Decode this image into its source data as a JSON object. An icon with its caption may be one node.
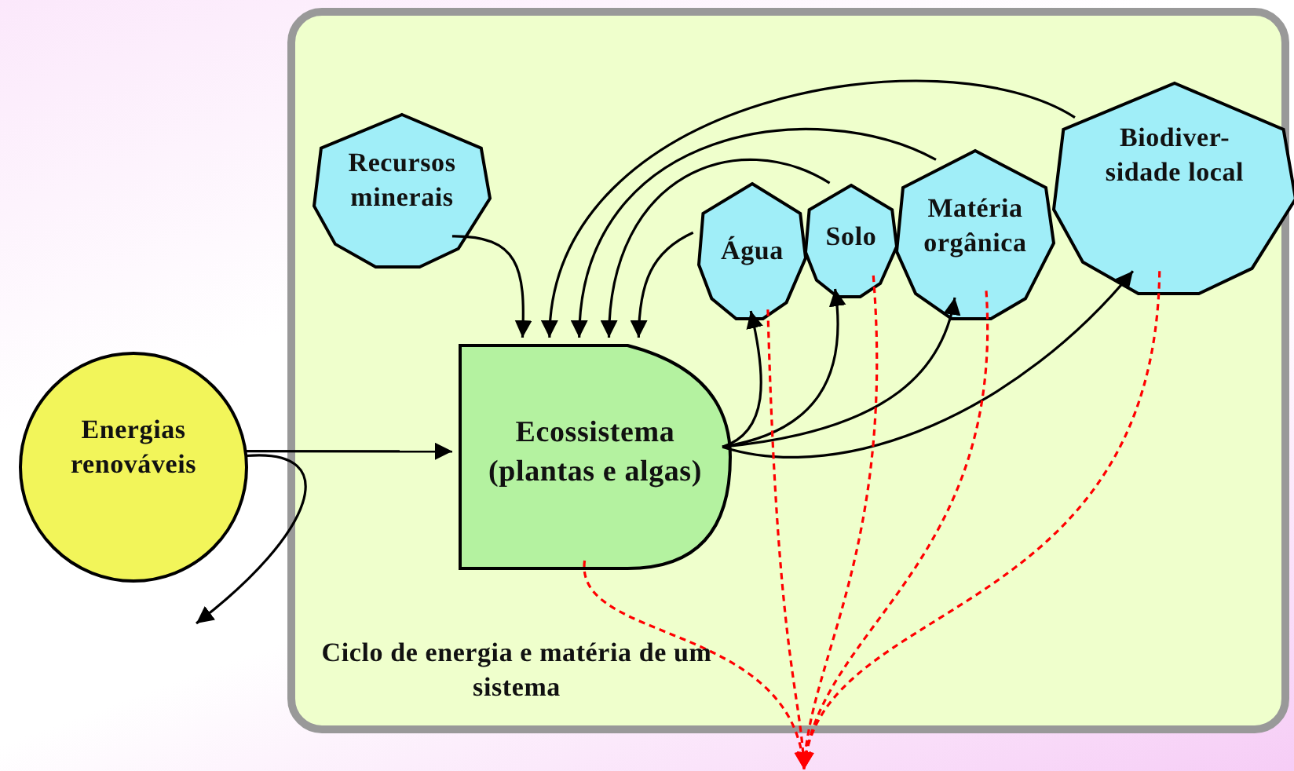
{
  "diagram": {
    "nodes": [
      {
        "text": [
          "Ciclo de energia e matéria de um sistema"
        ]
      },
      {
        "text": [
          "Recursos minerais"
        ],
        "in": 0
      },
      {
        "text": [
          "Água"
        ],
        "in": 0
      },
      {
        "text": [
          "Solo"
        ],
        "in": 0
      },
      {
        "text": [
          "Matéria orgânica"
        ],
        "in": 0
      },
      {
        "text": [
          "Biodiver- sidade local"
        ],
        "in": 0
      },
      {
        "text": [
          "Energias renováveis"
        ]
      },
      {
        "text": [
          "Ecossistema (plantas e algas)"
        ],
        "in": 0
      }
    ],
    "edges": [
      {
        "from": 1,
        "to": 7,
        "arrow": "to"
      },
      {
        "from": 5,
        "to": 7,
        "arrow": "to"
      },
      {
        "from": 4,
        "to": 7,
        "arrow": "to"
      },
      {
        "from": 3,
        "to": 7,
        "arrow": "to"
      },
      {
        "from": 2,
        "to": 7,
        "arrow": "to"
      },
      {
        "from": 7,
        "to": 2,
        "arrow": "to"
      },
      {
        "from": 7,
        "to": 3,
        "arrow": "to"
      },
      {
        "from": 7,
        "to": 4,
        "arrow": "to"
      },
      {
        "from": 7,
        "to": 5,
        "arrow": "to"
      },
      {
        "from": 6,
        "to": 7,
        "arrow": "to"
      },
      {
        "from": 6,
        "to": null,
        "arrow": "to"
      },
      {
        "from": 7,
        "to": null,
        "arrow": "to",
        "style": "dashed",
        "color": "#ff0000"
      },
      {
        "from": 2,
        "to": null,
        "arrow": "to",
        "style": "dashed",
        "color": "#ff0000"
      },
      {
        "from": 3,
        "to": null,
        "arrow": "to",
        "style": "dashed",
        "color": "#ff0000"
      },
      {
        "from": 4,
        "to": null,
        "arrow": "to",
        "style": "dashed",
        "color": "#ff0000"
      },
      {
        "from": 5,
        "to": null,
        "arrow": "to",
        "style": "dashed",
        "color": "#ff0000"
      }
    ]
  }
}
